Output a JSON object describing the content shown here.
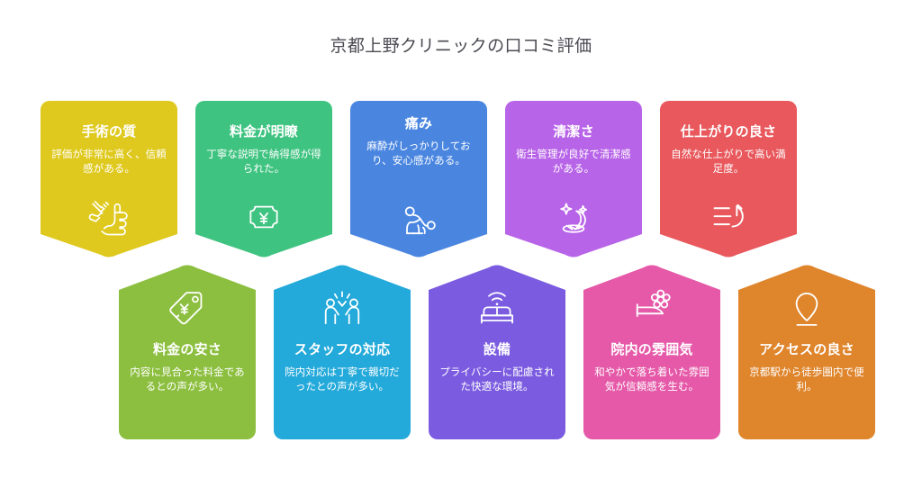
{
  "page": {
    "title": "京都上野クリニックの口コミ評価",
    "background_color": "#ffffff",
    "title_color": "#4a4a52"
  },
  "cards": {
    "top_row": [
      {
        "id": "surgery-quality",
        "title": "手術の質",
        "description": "評価が非常に高く、信頼感がある。",
        "color": "#dfc91f",
        "icon": "hand-syringe-icon",
        "lines": 2
      },
      {
        "id": "price-transparency",
        "title": "料金が明瞭",
        "description": "丁寧な説明で納得感が得られた。",
        "color": "#3fc380",
        "icon": "yen-ticket-icon",
        "lines": 2
      },
      {
        "id": "pain",
        "title": "痛み",
        "description": "麻酔がしっかりしており、安心感がある。",
        "color": "#4a86e0",
        "icon": "person-pain-icon",
        "lines": 3
      },
      {
        "id": "cleanliness",
        "title": "清潔さ",
        "description": "衛生管理が良好で清潔感がある。",
        "color": "#b864e8",
        "icon": "sparkle-clean-icon",
        "lines": 2
      },
      {
        "id": "finish-quality",
        "title": "仕上がりの良さ",
        "description": "自然な仕上がりで高い満足度。",
        "color": "#e8585c",
        "icon": "motion-swipe-icon",
        "lines": 2
      }
    ],
    "bottom_row": [
      {
        "id": "price-affordability",
        "title": "料金の安さ",
        "description": "内容に見合った料金であるとの声が多い。",
        "color": "#8cbf3f",
        "icon": "price-tag-icon",
        "lines": 3
      },
      {
        "id": "staff-service",
        "title": "スタッフの対応",
        "description": "院内対応は丁寧で親切だったとの声が多い。",
        "color": "#23a9da",
        "icon": "people-highfive-icon",
        "lines": 3
      },
      {
        "id": "facilities",
        "title": "設備",
        "description": "プライバシーに配慮された快適な環境。",
        "color": "#7b5ce0",
        "icon": "bed-wifi-icon",
        "lines": 2
      },
      {
        "id": "clinic-atmosphere",
        "title": "院内の雰囲気",
        "description": "和やかで落ち着いた雰囲気が信頼感を生む。",
        "color": "#e559a8",
        "icon": "flower-bed-icon",
        "lines": 3
      },
      {
        "id": "access",
        "title": "アクセスの良さ",
        "description": "京都駅から徒歩圏内で便利。",
        "color": "#df852c",
        "icon": "map-pin-icon",
        "lines": 2
      }
    ]
  }
}
